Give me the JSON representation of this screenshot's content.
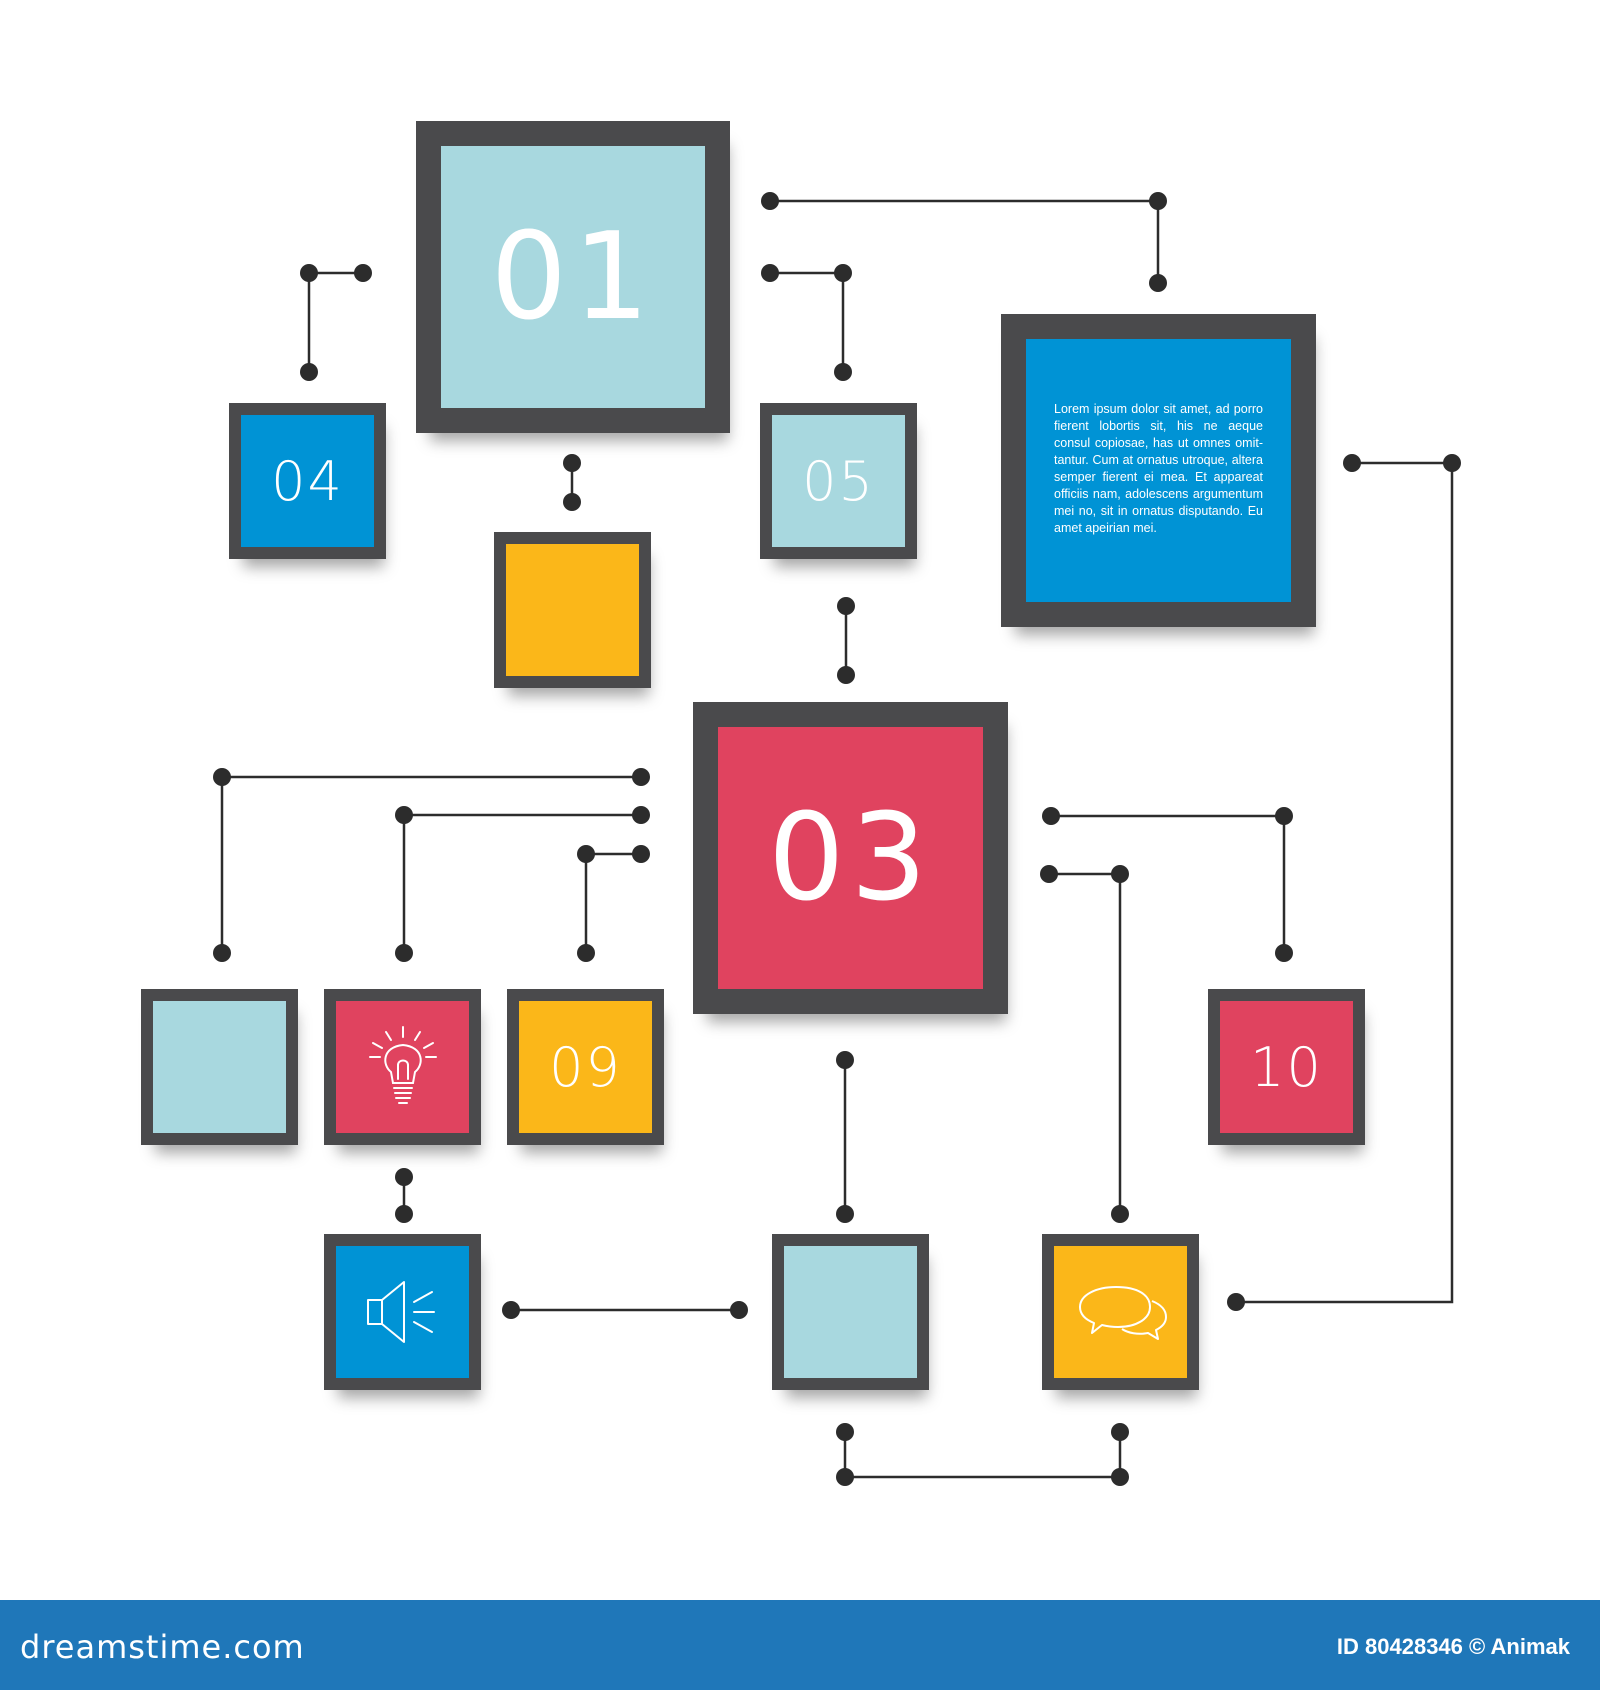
{
  "colors": {
    "frame": "#4a4a4c",
    "light_blue": "#a8d8df",
    "blue": "#0093d5",
    "yellow": "#fbb719",
    "red": "#e0435f",
    "connector": "#2c2c2c",
    "footer_bar": "#1f77b9"
  },
  "boxes": {
    "box_01": {
      "number": "01",
      "color": "light_blue"
    },
    "box_04": {
      "number": "04",
      "color": "blue"
    },
    "box_05": {
      "number": "05",
      "color": "light_blue"
    },
    "box_yellow_top": {
      "color": "yellow"
    },
    "text_box": {
      "color": "blue",
      "text": "Lorem ipsum dolor sit amet, ad porro fierent lobortis sit, his ne aeque consul copiosae, has ut omnes omit-tantur. Cum at ornatus utroque, altera semper fierent ei mea. Et appareat officiis nam, adolescens argumentum mei no, sit in ornatus disputando. Eu amet apeirian mei."
    },
    "box_03": {
      "number": "03",
      "color": "red"
    },
    "box_lightblue_left": {
      "color": "light_blue"
    },
    "box_bulb": {
      "color": "red",
      "icon": "lightbulb-icon"
    },
    "box_09": {
      "number": "09",
      "color": "yellow"
    },
    "box_10": {
      "number": "10",
      "color": "red"
    },
    "box_speaker": {
      "color": "blue",
      "icon": "speaker-icon"
    },
    "box_lightblue_bottom": {
      "color": "light_blue"
    },
    "box_chat": {
      "color": "yellow",
      "icon": "chat-bubbles-icon"
    }
  },
  "footer": {
    "brand": "dreamstime.com",
    "credit": "ID 80428346 © Animak"
  }
}
